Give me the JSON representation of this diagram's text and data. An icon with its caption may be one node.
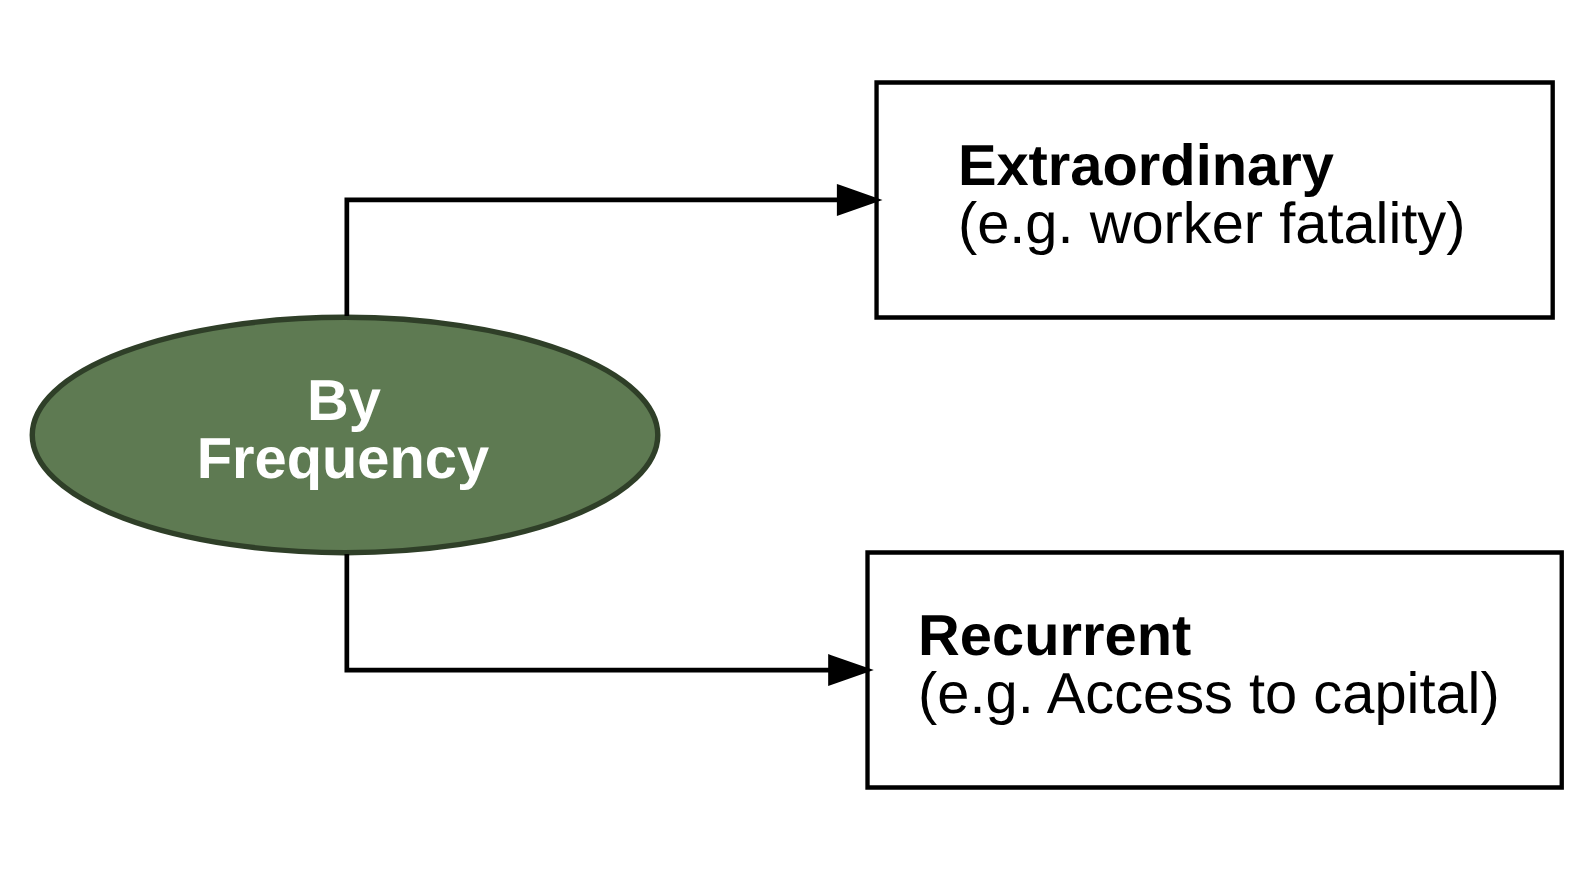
{
  "diagram": {
    "nodes": [
      {
        "text": [
          "By Frequency"
        ]
      },
      {
        "text": [
          "Extraordinary",
          "(e.g. worker fatality)"
        ]
      },
      {
        "text": [
          "Recurrent",
          "(e.g. Access to capital)"
        ]
      }
    ],
    "edges": [
      {
        "from": 0,
        "to": 1,
        "arrow": "to"
      },
      {
        "from": 0,
        "to": 2,
        "arrow": "to"
      }
    ]
  }
}
